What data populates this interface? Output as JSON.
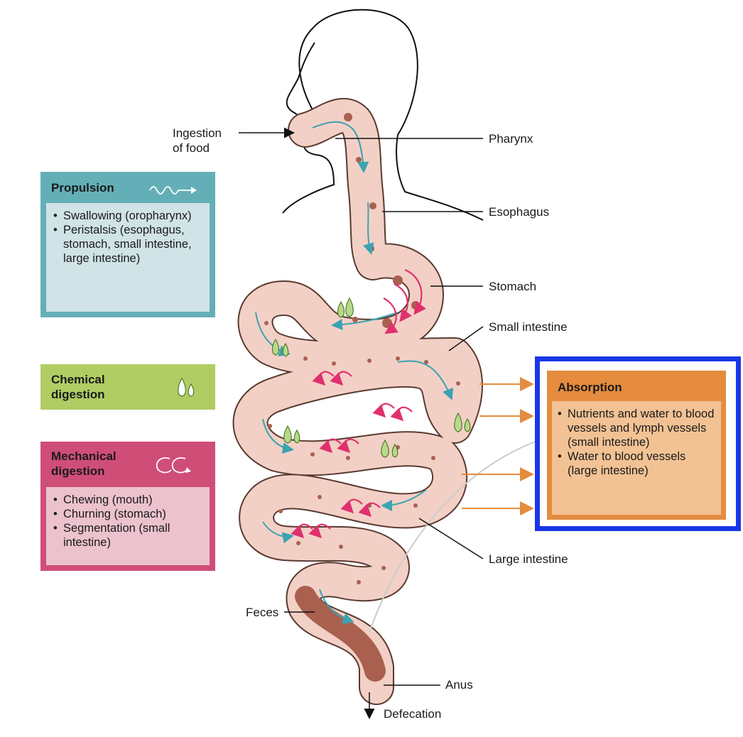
{
  "labels": {
    "ingestion": "Ingestion\nof food",
    "pharynx": "Pharynx",
    "esophagus": "Esophagus",
    "stomach": "Stomach",
    "small_intestine": "Small intestine",
    "large_intestine": "Large intestine",
    "feces": "Feces",
    "anus": "Anus",
    "defecation": "Defecation"
  },
  "panels": {
    "propulsion": {
      "title": "Propulsion",
      "icon": "wave-arrow-icon",
      "items": [
        "Swallowing (oropharynx)",
        "Peristalsis (esophagus, stomach, small intestine, large intestine)"
      ]
    },
    "chemical": {
      "title": "Chemical\ndigestion",
      "icon": "enzyme-drops-icon"
    },
    "mechanical": {
      "title": "Mechanical\ndigestion",
      "icon": "churning-arrows-icon",
      "items": [
        "Chewing (mouth)",
        "Churning (stomach)",
        "Segmentation (small intestine)"
      ]
    },
    "absorption": {
      "title": "Absorption",
      "items": [
        "Nutrients and water to blood vessels and lymph vessels (small intestine)",
        "Water to blood vessels (large intestine)"
      ]
    }
  },
  "colors": {
    "propulsion": "#64afb7",
    "chemical": "#afcd63",
    "mechanical": "#cf4e78",
    "absorption": "#e58c3e",
    "highlight": "#1a37e6",
    "tract": "#f3d0c6"
  }
}
